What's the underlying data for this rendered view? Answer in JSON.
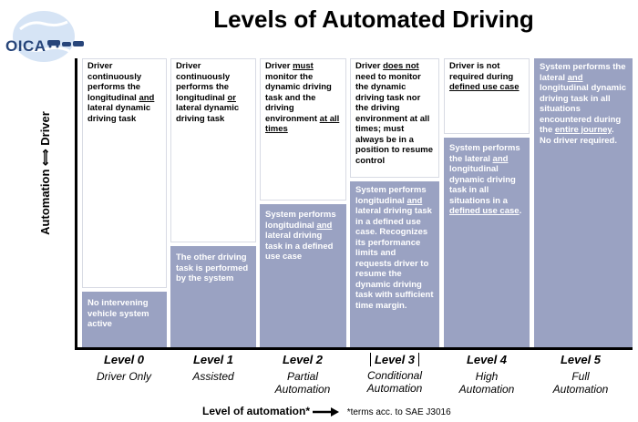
{
  "header": {
    "title": "Levels of Automated Driving",
    "logo_text": "OICA"
  },
  "y_axis_label": "Automation ⟺ Driver",
  "levels": [
    {
      "name": "Level 0",
      "desc1": "Driver Only",
      "desc2": "",
      "driver": [
        "Driver continuously performs the longitudinal ",
        "and",
        " lateral dynamic driving task"
      ],
      "system": [
        "No intervening vehicle system active"
      ]
    },
    {
      "name": "Level 1",
      "desc1": "Assisted",
      "desc2": "",
      "driver": [
        "Driver continuously performs the longitudinal ",
        "or",
        " lateral dynamic driving task"
      ],
      "system": [
        "The other driving task is performed by the system"
      ]
    },
    {
      "name": "Level 2",
      "desc1": "Partial",
      "desc2": "Automation",
      "driver": [
        "Driver ",
        "must",
        " monitor the dynamic driving task and the driving environment ",
        "at all times",
        ""
      ],
      "system": [
        "System performs longitudinal ",
        "and",
        " lateral driving task in a defined use case"
      ]
    },
    {
      "name": "Level 3",
      "desc1": "Conditional",
      "desc2": "Automation",
      "driver": [
        "Driver ",
        "does not",
        " need to monitor the dynamic driving task nor the driving environment at all times; must always be in a position to resume control"
      ],
      "system": [
        "System performs longitudinal ",
        "and",
        " lateral driving task in a defined use case. Recognizes its performance limits and requests driver to resume the dynamic driving task with sufficient time margin."
      ]
    },
    {
      "name": "Level 4",
      "desc1": "High",
      "desc2": "Automation",
      "driver": [
        "Driver is not required during ",
        "defined use case",
        ""
      ],
      "system": [
        "System performs the lateral ",
        "and",
        " longitudinal dynamic driving task in all situations in a ",
        "defined use case",
        "."
      ]
    },
    {
      "name": "Level 5",
      "desc1": "Full",
      "desc2": "Automation",
      "driver": [],
      "system": [
        "System performs the lateral ",
        "and",
        " longitudinal dynamic driving task in all situations encountered during the ",
        "entire journey",
        ". No driver required."
      ]
    }
  ],
  "footer": {
    "axis_label": "Level of automation*",
    "note": "*terms acc. to SAE J3016"
  },
  "colors": {
    "system_fill": "#9aa2c2",
    "logo_blue": "#27457a"
  }
}
